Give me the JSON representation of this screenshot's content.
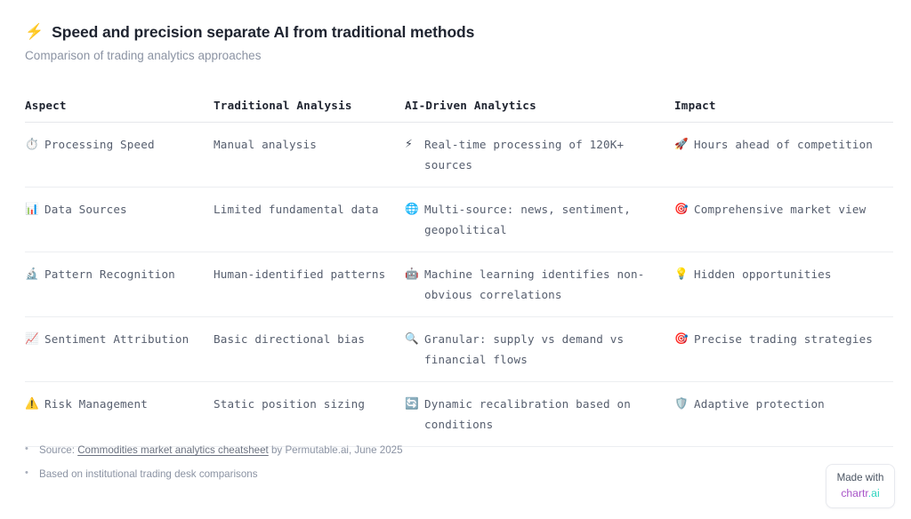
{
  "header": {
    "icon": "lightning-bolt",
    "icon_glyph": "⚡",
    "icon_color": "#f97316",
    "title": "Speed and precision separate AI from traditional methods",
    "subtitle": "Comparison of trading analytics approaches"
  },
  "table": {
    "columns": [
      "Aspect",
      "Traditional Analysis",
      "AI-Driven Analytics",
      "Impact"
    ],
    "rows": [
      {
        "aspect_icon": "stopwatch-icon",
        "aspect_icon_glyph": "⏱️",
        "aspect": "Processing Speed",
        "traditional": "Manual analysis",
        "ai_icon": "lightning-bolt-icon",
        "ai_icon_glyph": "⚡",
        "ai": "Real-time processing of 120K+ sources",
        "impact_icon": "rocket-icon",
        "impact_icon_glyph": "🚀",
        "impact": "Hours ahead of competition"
      },
      {
        "aspect_icon": "bar-chart-icon",
        "aspect_icon_glyph": "📊",
        "aspect": "Data Sources",
        "traditional": "Limited fundamental data",
        "ai_icon": "globe-icon",
        "ai_icon_glyph": "🌐",
        "ai": "Multi-source: news, sentiment, geopolitical",
        "impact_icon": "target-icon",
        "impact_icon_glyph": "🎯",
        "impact": "Comprehensive market view"
      },
      {
        "aspect_icon": "microscope-icon",
        "aspect_icon_glyph": "🔬",
        "aspect": "Pattern Recognition",
        "traditional": "Human-identified patterns",
        "ai_icon": "robot-icon",
        "ai_icon_glyph": "🤖",
        "ai": "Machine learning identifies non-obvious correlations",
        "impact_icon": "lightbulb-icon",
        "impact_icon_glyph": "💡",
        "impact": "Hidden opportunities"
      },
      {
        "aspect_icon": "chart-increasing-icon",
        "aspect_icon_glyph": "📈",
        "aspect": "Sentiment Attribution",
        "traditional": "Basic directional bias",
        "ai_icon": "magnifying-glass-icon",
        "ai_icon_glyph": "🔍",
        "ai": "Granular: supply vs demand vs financial flows",
        "impact_icon": "target-icon",
        "impact_icon_glyph": "🎯",
        "impact": "Precise trading strategies"
      },
      {
        "aspect_icon": "warning-icon",
        "aspect_icon_glyph": "⚠️",
        "aspect": "Risk Management",
        "traditional": "Static position sizing",
        "ai_icon": "refresh-arrows-icon",
        "ai_icon_glyph": "🔄",
        "ai": "Dynamic recalibration based on conditions",
        "impact_icon": "shield-icon",
        "impact_icon_glyph": "🛡️",
        "impact": "Adaptive protection"
      }
    ]
  },
  "footnotes": [
    {
      "prefix": "Source: ",
      "link": "Commodities market analytics cheatsheet",
      "suffix": " by Permutable.ai, June 2025"
    },
    {
      "prefix": "Based on institutional trading desk comparisons",
      "link": "",
      "suffix": ""
    }
  ],
  "badge": {
    "made_with": "Made with",
    "brand_primary": "chartr",
    "brand_secondary": ".ai",
    "brand_primary_color": "#a855c8",
    "brand_secondary_color": "#2dd4bf"
  }
}
